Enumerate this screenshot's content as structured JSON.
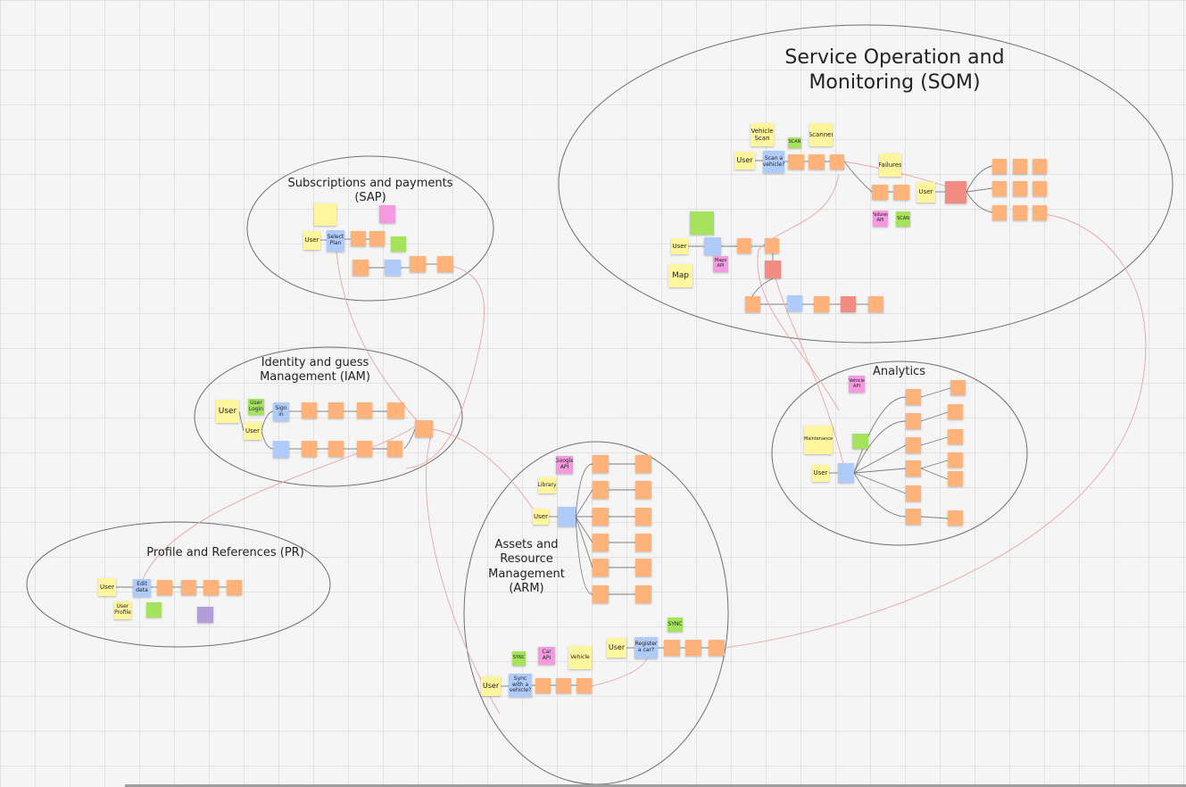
{
  "board": {
    "groups": [
      {
        "id": "som",
        "title_lines": [
          "Service Operation and",
          "Monitoring (SOM)"
        ]
      },
      {
        "id": "sap",
        "title_lines": [
          "Subscriptions and payments",
          "(SAP)"
        ]
      },
      {
        "id": "iam",
        "title_lines": [
          "Identity and guess",
          "Management (IAM)"
        ]
      },
      {
        "id": "pr",
        "title_lines": [
          "Profile and References (PR)"
        ]
      },
      {
        "id": "arm",
        "title_lines": [
          "Assets and",
          "Resource",
          "Management",
          "(ARM)"
        ]
      },
      {
        "id": "analytics",
        "title_lines": [
          "Analytics"
        ]
      }
    ],
    "notes": [
      {
        "text": "Vehicle Scan",
        "color": "yellow"
      },
      {
        "text": "Scanner",
        "color": "yellow"
      },
      {
        "text": "SCAN",
        "color": "green"
      },
      {
        "text": "User",
        "color": "yellow"
      },
      {
        "text": "Scan a vehicle?",
        "color": "blue"
      },
      {
        "text": "",
        "color": "orange"
      },
      {
        "text": "",
        "color": "orange"
      },
      {
        "text": "",
        "color": "orange"
      },
      {
        "text": "Failures",
        "color": "yellow"
      },
      {
        "text": "User",
        "color": "yellow"
      },
      {
        "text": "",
        "color": "red"
      },
      {
        "text": "",
        "color": "orange"
      },
      {
        "text": "",
        "color": "orange"
      },
      {
        "text": "",
        "color": "orange"
      },
      {
        "text": "",
        "color": "orange"
      },
      {
        "text": "",
        "color": "orange"
      },
      {
        "text": "",
        "color": "orange"
      },
      {
        "text": "",
        "color": "orange"
      },
      {
        "text": "",
        "color": "orange"
      },
      {
        "text": "",
        "color": "orange"
      },
      {
        "text": "",
        "color": "orange"
      },
      {
        "text": "",
        "color": "orange"
      },
      {
        "text": "Failures API",
        "color": "pink"
      },
      {
        "text": "SCAN",
        "color": "green"
      },
      {
        "text": "",
        "color": "green"
      },
      {
        "text": "User",
        "color": "yellow"
      },
      {
        "text": "",
        "color": "blue"
      },
      {
        "text": "",
        "color": "orange"
      },
      {
        "text": "",
        "color": "orange"
      },
      {
        "text": "Maps API",
        "color": "pink"
      },
      {
        "text": "",
        "color": "red"
      },
      {
        "text": "Map",
        "color": "yellow"
      },
      {
        "text": "",
        "color": "orange"
      },
      {
        "text": "",
        "color": "blue"
      },
      {
        "text": "",
        "color": "orange"
      },
      {
        "text": "",
        "color": "red"
      },
      {
        "text": "",
        "color": "orange"
      },
      {
        "text": "",
        "color": "yellow"
      },
      {
        "text": "",
        "color": "pink"
      },
      {
        "text": "User",
        "color": "yellow"
      },
      {
        "text": "Select Plan",
        "color": "blue"
      },
      {
        "text": "",
        "color": "orange"
      },
      {
        "text": "",
        "color": "orange"
      },
      {
        "text": "",
        "color": "green"
      },
      {
        "text": "",
        "color": "orange"
      },
      {
        "text": "",
        "color": "blue"
      },
      {
        "text": "",
        "color": "orange"
      },
      {
        "text": "",
        "color": "orange"
      },
      {
        "text": "User",
        "color": "yellow"
      },
      {
        "text": "User Login",
        "color": "green"
      },
      {
        "text": "User",
        "color": "yellow"
      },
      {
        "text": "Sign in",
        "color": "blue"
      },
      {
        "text": "",
        "color": "orange"
      },
      {
        "text": "",
        "color": "orange"
      },
      {
        "text": "",
        "color": "orange"
      },
      {
        "text": "",
        "color": "orange"
      },
      {
        "text": "",
        "color": "blue"
      },
      {
        "text": "",
        "color": "orange"
      },
      {
        "text": "",
        "color": "orange"
      },
      {
        "text": "",
        "color": "orange"
      },
      {
        "text": "",
        "color": "orange"
      },
      {
        "text": "",
        "color": "orange"
      },
      {
        "text": "User",
        "color": "yellow"
      },
      {
        "text": "Edit data",
        "color": "blue"
      },
      {
        "text": "",
        "color": "orange"
      },
      {
        "text": "",
        "color": "orange"
      },
      {
        "text": "",
        "color": "orange"
      },
      {
        "text": "",
        "color": "orange"
      },
      {
        "text": "User Profile",
        "color": "yellow"
      },
      {
        "text": "",
        "color": "green"
      },
      {
        "text": "",
        "color": "purple"
      },
      {
        "text": "Google API",
        "color": "pink"
      },
      {
        "text": "Library",
        "color": "yellow"
      },
      {
        "text": "User",
        "color": "yellow"
      },
      {
        "text": "",
        "color": "blue"
      },
      {
        "text": "",
        "color": "orange"
      },
      {
        "text": "",
        "color": "orange"
      },
      {
        "text": "",
        "color": "orange"
      },
      {
        "text": "",
        "color": "orange"
      },
      {
        "text": "",
        "color": "orange"
      },
      {
        "text": "",
        "color": "orange"
      },
      {
        "text": "",
        "color": "orange"
      },
      {
        "text": "",
        "color": "orange"
      },
      {
        "text": "",
        "color": "orange"
      },
      {
        "text": "",
        "color": "orange"
      },
      {
        "text": "",
        "color": "orange"
      },
      {
        "text": "",
        "color": "orange"
      },
      {
        "text": "SYNC",
        "color": "green"
      },
      {
        "text": "User",
        "color": "yellow"
      },
      {
        "text": "Register a car?",
        "color": "blue"
      },
      {
        "text": "",
        "color": "orange"
      },
      {
        "text": "",
        "color": "orange"
      },
      {
        "text": "",
        "color": "orange"
      },
      {
        "text": "SYNC",
        "color": "green"
      },
      {
        "text": "Car API",
        "color": "pink"
      },
      {
        "text": "Vehicle",
        "color": "yellow"
      },
      {
        "text": "User",
        "color": "yellow"
      },
      {
        "text": "Sync with a vehicle?",
        "color": "blue"
      },
      {
        "text": "",
        "color": "orange"
      },
      {
        "text": "",
        "color": "orange"
      },
      {
        "text": "",
        "color": "orange"
      },
      {
        "text": "Vehicle API",
        "color": "pink"
      },
      {
        "text": "Maintenance",
        "color": "yellow"
      },
      {
        "text": "",
        "color": "green"
      },
      {
        "text": "User",
        "color": "yellow"
      },
      {
        "text": "",
        "color": "blue"
      },
      {
        "text": "",
        "color": "orange"
      },
      {
        "text": "",
        "color": "orange"
      },
      {
        "text": "",
        "color": "orange"
      },
      {
        "text": "",
        "color": "orange"
      },
      {
        "text": "",
        "color": "orange"
      },
      {
        "text": "",
        "color": "orange"
      },
      {
        "text": "",
        "color": "orange"
      },
      {
        "text": "",
        "color": "orange"
      },
      {
        "text": "",
        "color": "orange"
      },
      {
        "text": "",
        "color": "orange"
      },
      {
        "text": "",
        "color": "orange"
      },
      {
        "text": "",
        "color": "orange"
      }
    ]
  },
  "colors": {
    "yellow": "#fff59d",
    "orange": "#ffb27a",
    "blue": "#aecbfa",
    "green": "#a5e35f",
    "pink": "#f59ae0",
    "red": "#f28b82",
    "purple": "#b39ddb",
    "group_outline": "#6f6f6f",
    "link_gray": "#7d7d7d",
    "link_red": "#e6a6a6"
  }
}
